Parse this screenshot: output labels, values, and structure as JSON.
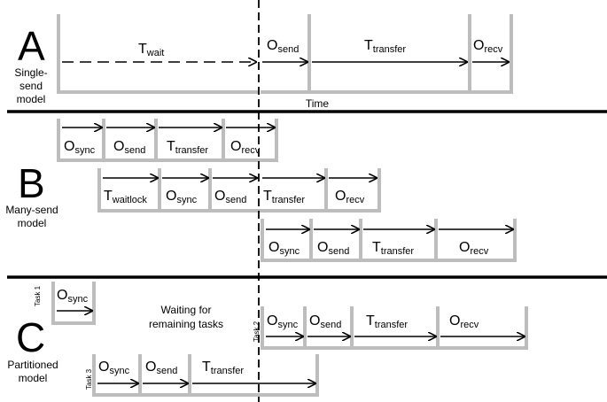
{
  "sections": {
    "a": {
      "letter": "A",
      "caption_lines": [
        "Single-",
        "send",
        "model"
      ]
    },
    "b": {
      "letter": "B",
      "caption_lines": [
        "Many-send",
        "model"
      ]
    },
    "c": {
      "letter": "C",
      "caption_lines": [
        "Partitioned",
        "model"
      ]
    }
  },
  "time_label": "Time",
  "terms": {
    "t_wait": {
      "main": "T",
      "sub": "wait"
    },
    "o_send": {
      "main": "O",
      "sub": "send"
    },
    "t_transfer": {
      "main": "T",
      "sub": "transfer"
    },
    "o_recv": {
      "main": "O",
      "sub": "recv"
    },
    "o_sync": {
      "main": "O",
      "sub": "sync"
    },
    "t_waitlock": {
      "main": "T",
      "sub": "waitlock"
    }
  },
  "tasks": {
    "task1": "Task 1",
    "task2": "Task 2",
    "task3": "Task 3"
  },
  "waiting_note": [
    "Waiting for",
    "remaining tasks"
  ],
  "colors": {
    "frame": "#bdbdbd",
    "ink": "#000000",
    "background": "#ffffff"
  }
}
